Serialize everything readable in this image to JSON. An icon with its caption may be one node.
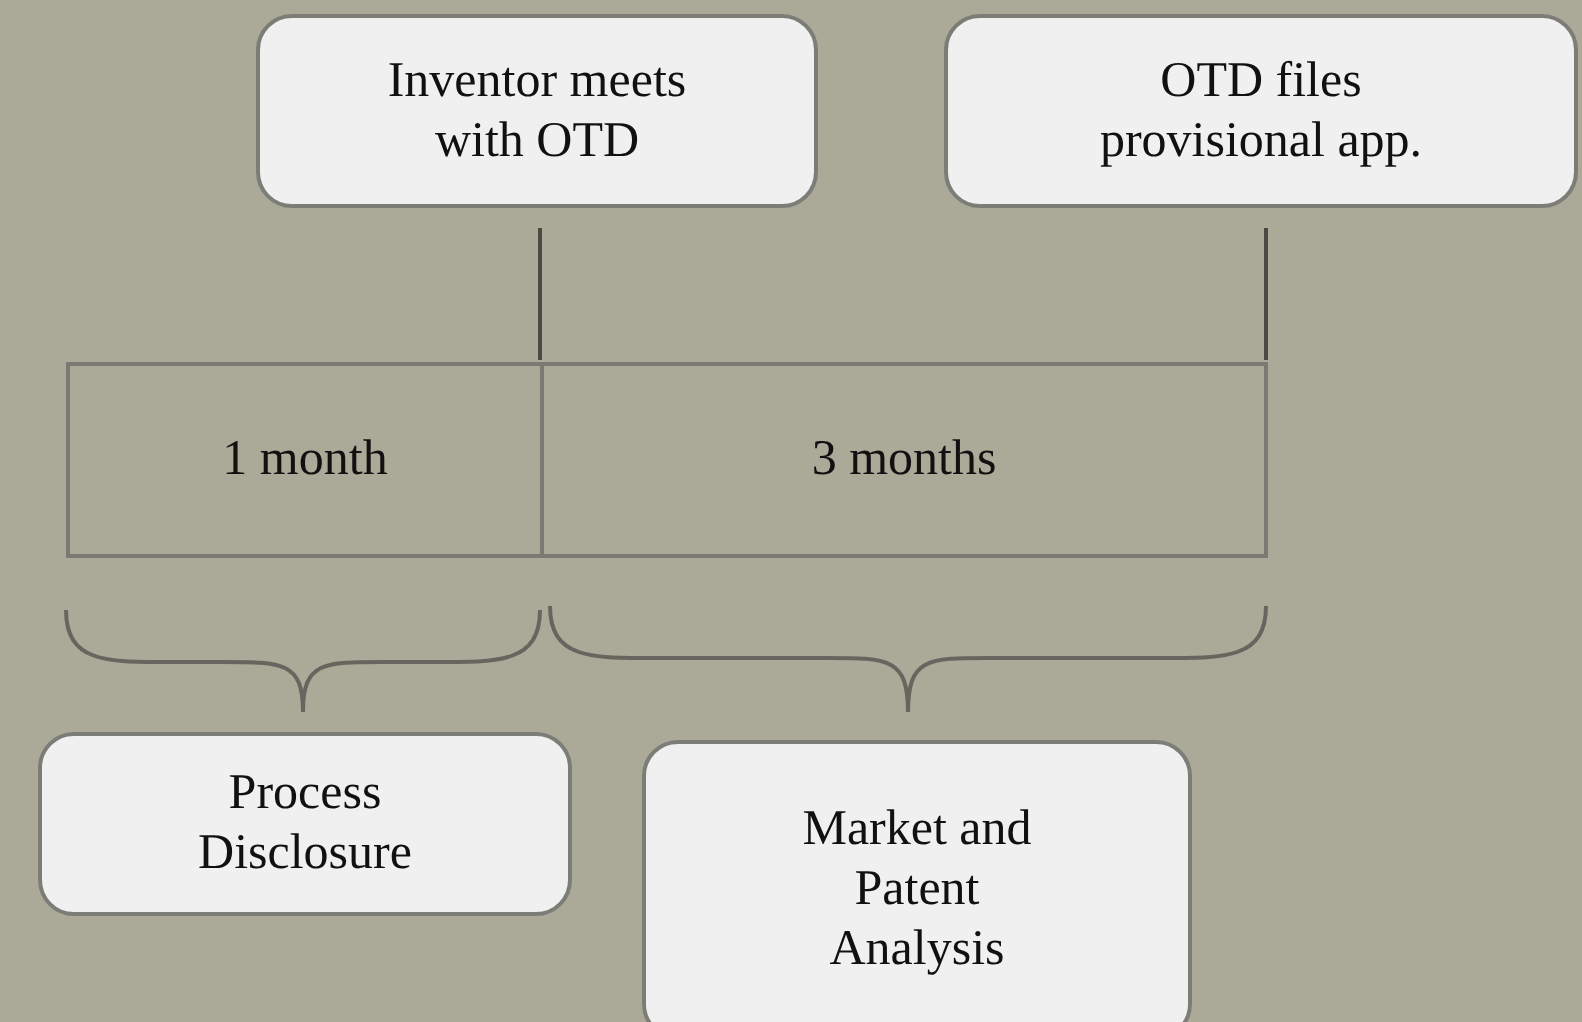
{
  "diagram": {
    "nodes": [
      {
        "text": [
          "Inventor meets with OTD"
        ]
      },
      {
        "text": [
          "OTD files provisional app."
        ]
      },
      {
        "text": [
          "1 month"
        ]
      },
      {
        "text": [
          "3 months"
        ]
      },
      {
        "text": [
          "Process Disclosure"
        ]
      },
      {
        "text": [
          "Market and Patent Analysis"
        ]
      }
    ],
    "edges": [
      {
        "from": 0,
        "to": 2,
        "arrow": "none"
      },
      {
        "from": 1,
        "to": 3,
        "arrow": "none"
      }
    ]
  }
}
